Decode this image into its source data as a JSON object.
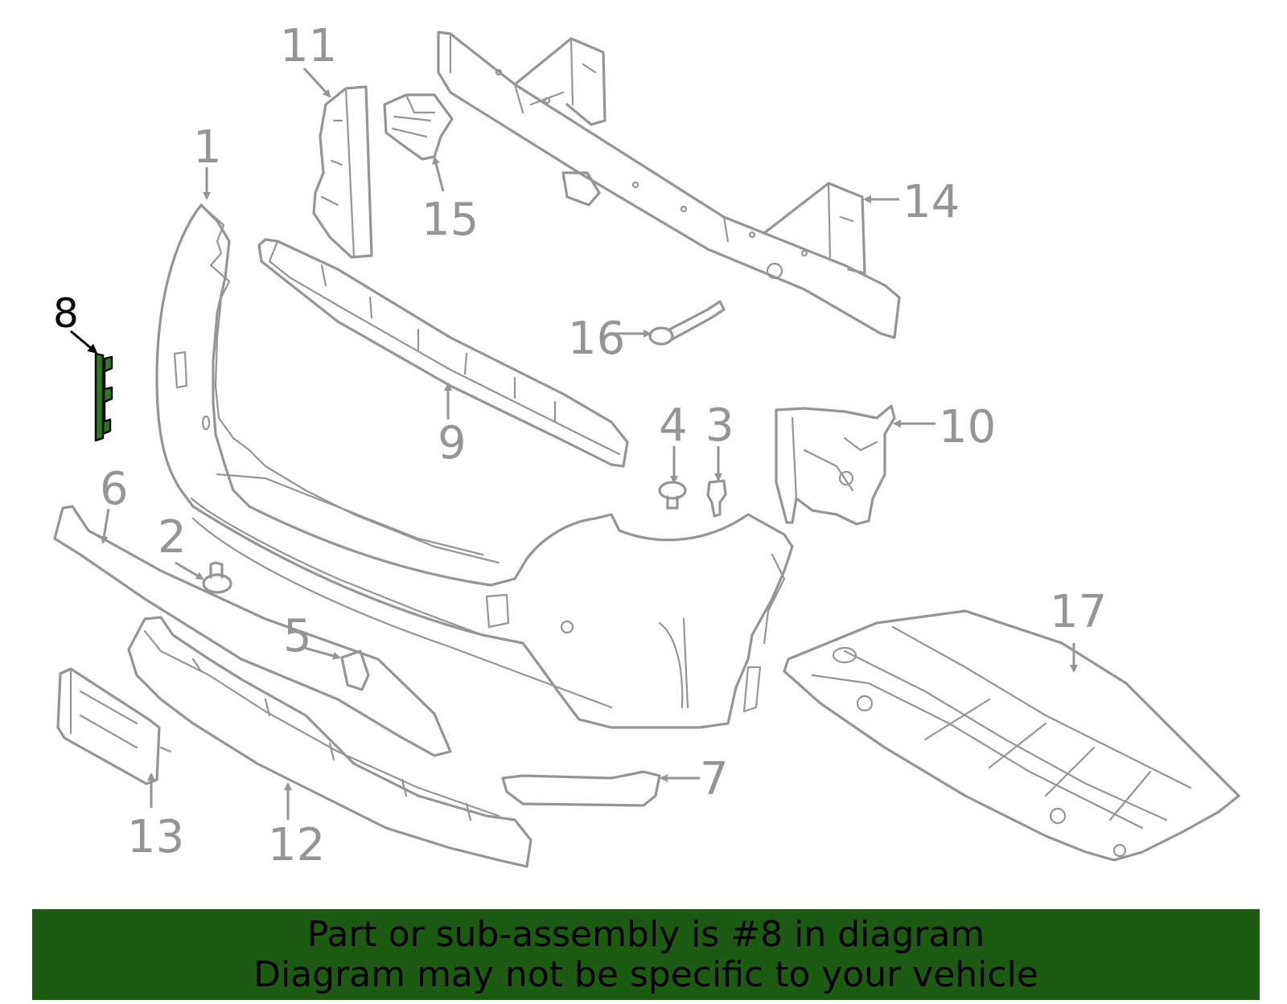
{
  "colors": {
    "line_gray": "#959595",
    "highlight_part": "#2f7a1f",
    "banner_bg": "#1d5b12",
    "active_label": "#000000"
  },
  "highlighted_part": "8",
  "callouts": {
    "c1": "1",
    "c2": "2",
    "c3": "3",
    "c4": "4",
    "c5": "5",
    "c6": "6",
    "c7": "7",
    "c8": "8",
    "c9": "9",
    "c10": "10",
    "c11": "11",
    "c12": "12",
    "c13": "13",
    "c14": "14",
    "c15": "15",
    "c16": "16",
    "c17": "17"
  },
  "banner": {
    "line1": "Part or sub-assembly is #8 in diagram",
    "line2": "Diagram may not be specific to your vehicle"
  }
}
